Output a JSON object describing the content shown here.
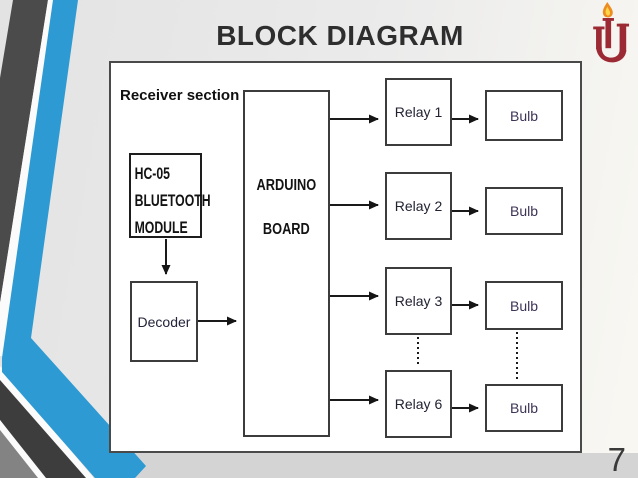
{
  "slide": {
    "title": "BLOCK DIAGRAM",
    "page_number": "7"
  },
  "logo": {
    "name": "university-torch-logo",
    "glyph_color": "#9c2a35",
    "flame_outer": "#ee8c20",
    "flame_inner": "#ffd54a"
  },
  "decoration": {
    "accent_blue": "#2d9ad3",
    "stripe_dark": "#4b4b4b",
    "footer_band": "#d4d4d4"
  },
  "diagram": {
    "section_label": "Receiver section",
    "hc05_lines": [
      "HC-05",
      "BLUETOOTH",
      "MODULE"
    ],
    "arduino_lines": [
      "ARDUINO",
      "BOARD"
    ],
    "decoder_label": "Decoder",
    "relays": [
      {
        "label": "Relay 1"
      },
      {
        "label": "Relay 2"
      },
      {
        "label": "Relay 3"
      },
      {
        "label": "Relay 6"
      }
    ],
    "bulbs": [
      {
        "label": "Bulb"
      },
      {
        "label": "Bulb"
      },
      {
        "label": "Bulb"
      },
      {
        "label": "Bulb"
      }
    ],
    "edges": [
      {
        "from": "HC-05 BLUETOOTH MODULE",
        "to": "Decoder",
        "style": "solid-arrow"
      },
      {
        "from": "Decoder",
        "to": "ARDUINO BOARD",
        "style": "solid-arrow"
      },
      {
        "from": "ARDUINO BOARD",
        "to": "Relay 1",
        "style": "solid-arrow"
      },
      {
        "from": "ARDUINO BOARD",
        "to": "Relay 2",
        "style": "solid-arrow"
      },
      {
        "from": "ARDUINO BOARD",
        "to": "Relay 3",
        "style": "solid-arrow"
      },
      {
        "from": "ARDUINO BOARD",
        "to": "Relay 6",
        "style": "solid-arrow"
      },
      {
        "from": "Relay 1",
        "to": "Bulb",
        "style": "solid-arrow"
      },
      {
        "from": "Relay 2",
        "to": "Bulb",
        "style": "solid-arrow"
      },
      {
        "from": "Relay 3",
        "to": "Bulb",
        "style": "solid-arrow"
      },
      {
        "from": "Relay 6",
        "to": "Bulb",
        "style": "solid-arrow"
      },
      {
        "from": "Relay 3",
        "to": "Relay 6",
        "style": "dotted"
      },
      {
        "from": "Bulb (Relay 3)",
        "to": "Bulb (Relay 6)",
        "style": "dotted"
      }
    ]
  }
}
